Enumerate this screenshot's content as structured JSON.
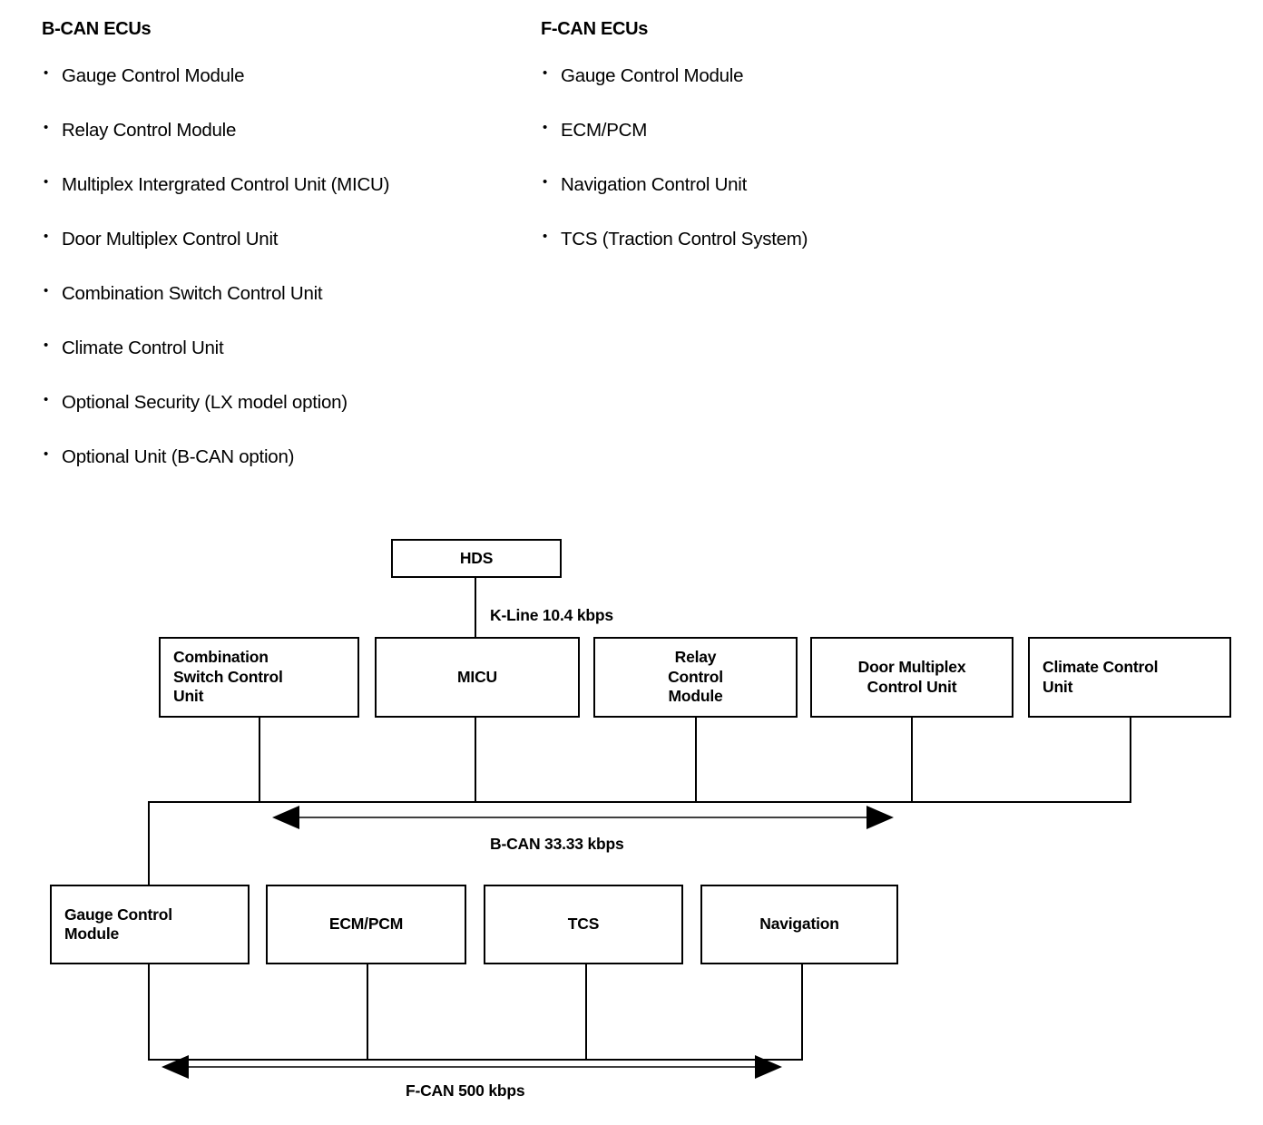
{
  "lists": {
    "bcan": {
      "heading": "B-CAN ECUs",
      "items": [
        "Gauge Control Module",
        "Relay Control Module",
        "Multiplex Intergrated Control Unit (MICU)",
        "Door Multiplex Control Unit",
        "Combination Switch Control Unit",
        "Climate Control Unit",
        "Optional Security (LX model option)",
        "Optional Unit (B-CAN option)"
      ]
    },
    "fcan": {
      "heading": "F-CAN ECUs",
      "items": [
        "Gauge Control Module",
        "ECM/PCM",
        "Navigation Control Unit",
        "TCS (Traction Control System)"
      ]
    }
  },
  "diagram": {
    "hds": "HDS",
    "kline_label": "K-Line 10.4 kbps",
    "bcan_label": "B-CAN 33.33 kbps",
    "fcan_label": "F-CAN 500 kbps",
    "bcan_nodes": [
      "Combination\nSwitch Control\nUnit",
      "MICU",
      "Relay\nControl\nModule",
      "Door Multiplex\nControl Unit",
      "Climate Control\nUnit"
    ],
    "fcan_nodes": [
      "Gauge Control\nModule",
      "ECM/PCM",
      "TCS",
      "Navigation"
    ]
  },
  "colors": {
    "line": "#000000",
    "background": "#ffffff"
  }
}
